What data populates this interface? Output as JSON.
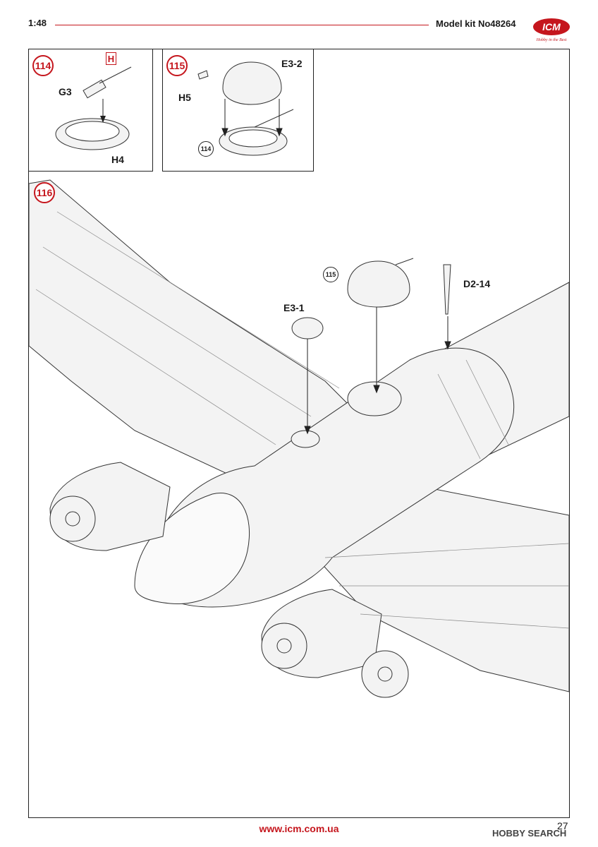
{
  "header": {
    "scale": "1:48",
    "kit_number": "Model kit No48264",
    "brand": "ICM",
    "brand_tagline": "Hobby in the Best"
  },
  "steps": [
    {
      "number": "114",
      "parts": [
        "G3",
        "H4"
      ],
      "highlight_part": "H"
    },
    {
      "number": "115",
      "parts": [
        "E3-2",
        "H5"
      ],
      "reference_step": "114"
    },
    {
      "number": "116",
      "parts": [
        "E3-1",
        "D2-14"
      ],
      "reference_step": "115"
    }
  ],
  "footer": {
    "url": "www.icm.com.ua",
    "page_number": "27",
    "watermark": "HOBBY SEARCH"
  }
}
